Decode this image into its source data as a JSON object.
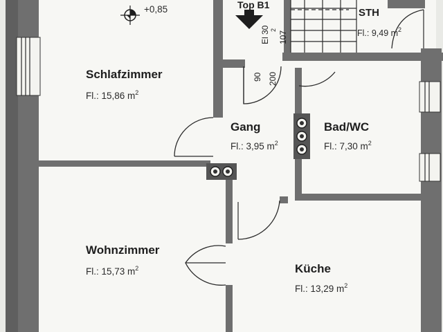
{
  "elevation_mark": "+0,85",
  "stair_label": "Top B1",
  "stair_dims": {
    "width": "El 30",
    "width_sub": "2",
    "height": "107",
    "door_w": "90",
    "door_h": "200"
  },
  "rooms": {
    "schlafzimmer": {
      "name": "Schlafzimmer",
      "area": "Fl.: 15,86 m",
      "sup": "2"
    },
    "gang": {
      "name": "Gang",
      "area": "Fl.: 3,95 m",
      "sup": "2"
    },
    "bad": {
      "name": "Bad/WC",
      "area": "Fl.: 7,30 m",
      "sup": "2"
    },
    "wohnzimmer": {
      "name": "Wohnzimmer",
      "area": "Fl.: 15,73 m",
      "sup": "2"
    },
    "kueche": {
      "name": "Küche",
      "area": "Fl.: 13,29 m",
      "sup": "2"
    },
    "sth": {
      "name": "STH",
      "area": "Fl.: 9,49 m",
      "sup": "2"
    }
  },
  "colors": {
    "wall": "#6f6f6f",
    "paper": "#f7f7f4",
    "background": "#e9eae6"
  }
}
